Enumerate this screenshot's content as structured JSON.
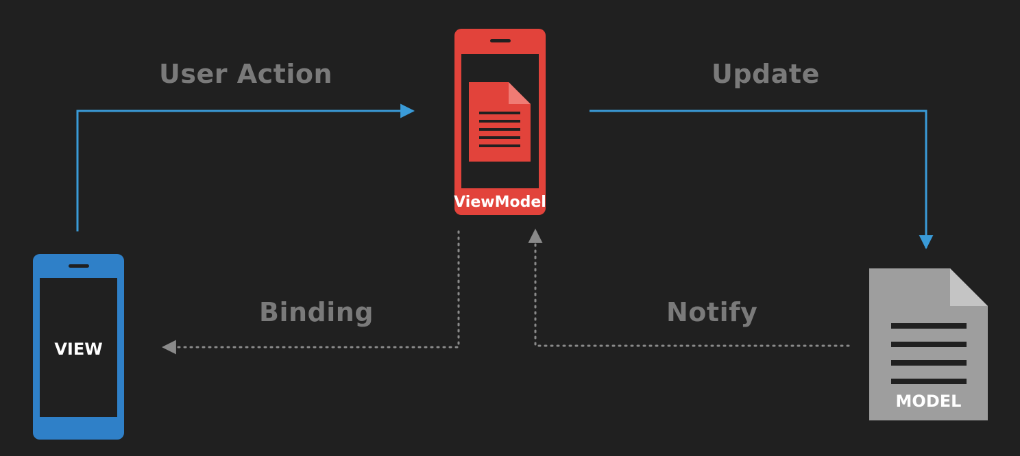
{
  "nodes": {
    "view": {
      "label": "VIEW",
      "color": "#2f80c8"
    },
    "viewmodel": {
      "label": "ViewModel",
      "color": "#e2433b"
    },
    "model": {
      "label": "MODEL",
      "color": "#9e9e9e"
    }
  },
  "edges": {
    "user_action": {
      "label": "User Action",
      "color": "#3a9bd8",
      "style": "solid"
    },
    "update": {
      "label": "Update",
      "color": "#3a9bd8",
      "style": "solid"
    },
    "binding": {
      "label": "Binding",
      "color": "#8a8a8a",
      "style": "dotted"
    },
    "notify": {
      "label": "Notify",
      "color": "#8a8a8a",
      "style": "dotted"
    }
  },
  "colors": {
    "background": "#202020",
    "edge_label": "#7a7a7a"
  }
}
